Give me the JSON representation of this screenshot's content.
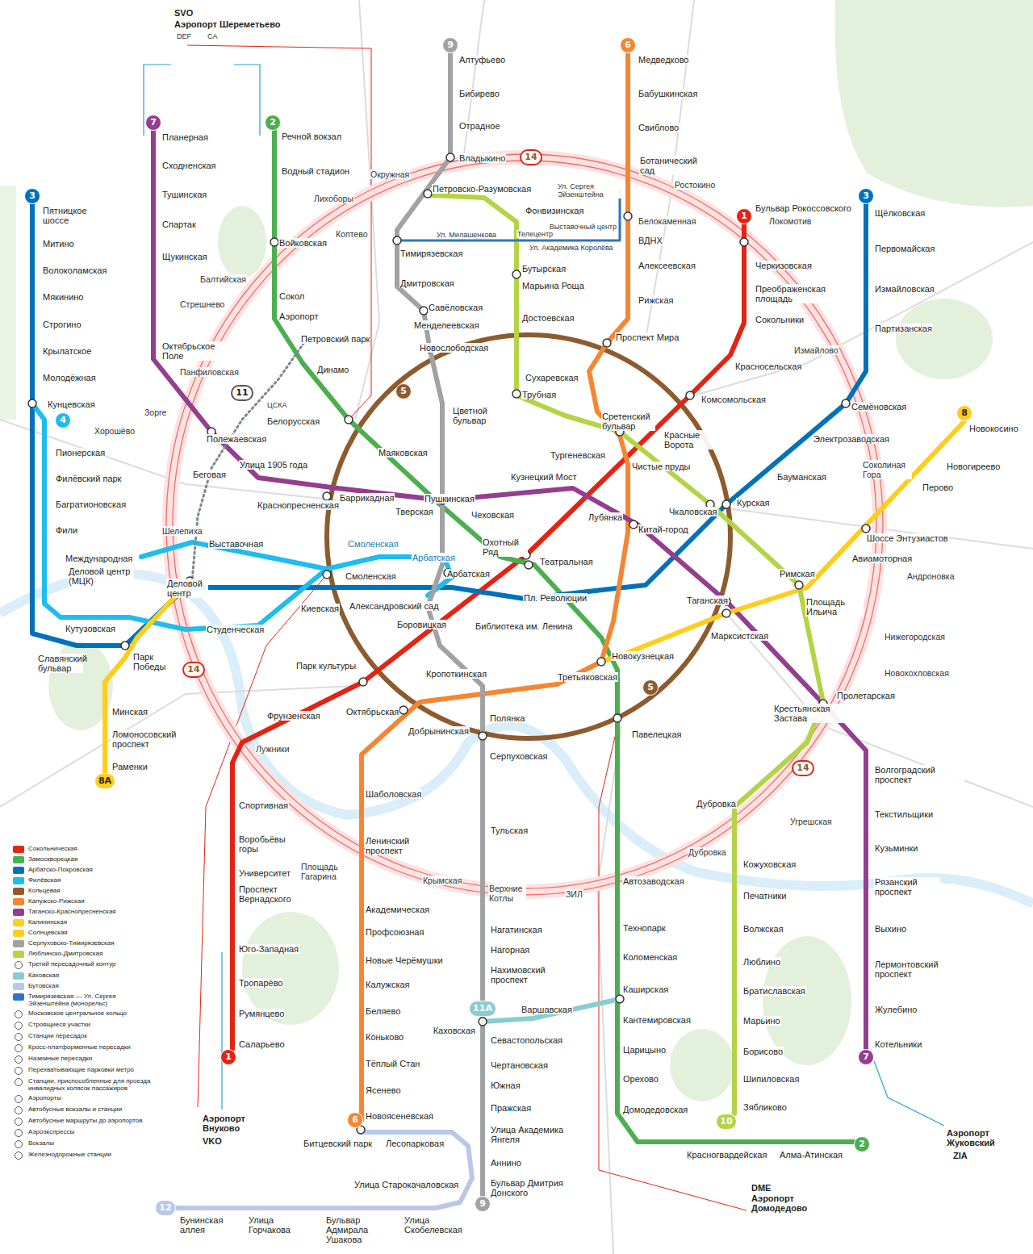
{
  "diagram": {
    "nodes": [
      {
        "text": [
          "9"
        ]
      },
      {
        "text": [
          "6"
        ]
      },
      {
        "text": [
          "2"
        ]
      },
      {
        "text": [
          "7"
        ]
      },
      {
        "text": [
          "14"
        ]
      },
      {
        "text": [
          "3"
        ]
      },
      {
        "text": [
          "3"
        ]
      },
      {
        "text": [
          "1"
        ]
      },
      {
        "text": [
          "5"
        ]
      },
      {
        "text": [
          "11"
        ]
      },
      {
        "text": [
          "8"
        ]
      },
      {
        "text": [
          "4"
        ]
      },
      {
        "text": [
          "14"
        ]
      },
      {
        "text": [
          "5"
        ]
      },
      {
        "text": [
          "14"
        ]
      },
      {
        "text": [
          "8A"
        ]
      },
      {
        "text": [
          "11A"
        ]
      },
      {
        "text": [
          "1"
        ]
      },
      {
        "text": [
          "7"
        ]
      },
      {
        "text": [
          "6"
        ]
      },
      {
        "text": [
          "10"
        ]
      },
      {
        "text": [
          "2"
        ]
      },
      {
        "text": [
          "9"
        ]
      },
      {
        "text": [
          "12"
        ]
      }
    ],
    "labels": [
      "Алтуфьево",
      "Бибирево",
      "Отрадное",
      "Владыкино",
      "Петровско-Разумовская",
      "Тимирязевская",
      "Дмитровская",
      "Савёловская",
      "Менделеевская",
      "Новослободская",
      "Цветной бульвар",
      "Чеховская",
      "Боровицкая",
      "Полянка",
      "Серпуховская",
      "Тульская",
      "Нагатинская",
      "Нагорная",
      "Нахимовский проспект",
      "Севастопольская",
      "Чертановская",
      "Южная",
      "Пражская",
      "Улица Академика Янгеля",
      "Аннино",
      "Бульвар Дмитрия Донского",
      "Медведково",
      "Бабушкинская",
      "Свиблово",
      "Ботанический сад",
      "ВДНХ",
      "Алексеевская",
      "Рижская",
      "Проспект Мира",
      "Сухаревская",
      "Тургеневская",
      "Китай-город",
      "Третьяковская",
      "Октябрьская",
      "Шаболовская",
      "Ленинский проспект",
      "Академическая",
      "Профсоюзная",
      "Новые Черёмушки",
      "Калужская",
      "Беляево",
      "Коньково",
      "Тёплый Стан",
      "Ясенево",
      "Новоясеневская",
      "Бульвар Рокоссовского",
      "Черкизовская",
      "Преображенская площадь",
      "Сокольники",
      "Красносельская",
      "Комсомольская",
      "Красные Ворота",
      "Чистые пруды",
      "Лубянка",
      "Охотный Ряд",
      "Библиотека им. Ленина",
      "Кропоткинская",
      "Парк культуры",
      "Фрунзенская",
      "Спортивная",
      "Воробьёвы горы",
      "Университет",
      "Проспект Вернадского",
      "Юго-Западная",
      "Тропарёво",
      "Румянцево",
      "Саларьево",
      "Речной вокзал",
      "Водный стадион",
      "Войковская",
      "Сокол",
      "Аэропорт",
      "Динамо",
      "Белорусская",
      "Маяковская",
      "Тверская",
      "Театральная",
      "Новокузнецкая",
      "Павелецкая",
      "Автозаводская",
      "Технопарк",
      "Коломенская",
      "Каширская",
      "Кантемировская",
      "Царицыно",
      "Орехово",
      "Домодедовская",
      "Красногвардейская",
      "Алма-Атинская",
      "Планерная",
      "Сходненская",
      "Тушинская",
      "Спартак",
      "Щукинская",
      "Октябрьское Поле",
      "Полежаевская",
      "Беговая",
      "Улица 1905 года",
      "Баррикадная",
      "Пушкинская",
      "Кузнецкий Мост",
      "Таганская",
      "Пролетарская",
      "Волгоградский проспект",
      "Текстильщики",
      "Кузьминки",
      "Рязанский проспект",
      "Выхино",
      "Лермонтовский проспект",
      "Жулебино",
      "Котельники",
      "Пятницкое шоссе",
      "Митино",
      "Волоколамская",
      "Мякинино",
      "Строгино",
      "Крылатское",
      "Молодёжная",
      "Кунцевская",
      "Славянский бульвар",
      "Парк Победы",
      "Киевская",
      "Смоленская",
      "Арбатская",
      "Пл. Революции",
      "Курская",
      "Бауманская",
      "Электрозаводская",
      "Семёновская",
      "Партизанская",
      "Измайловская",
      "Первомайская",
      "Щёлковская",
      "Пионерская",
      "Филёвский парк",
      "Багратионовская",
      "Фили",
      "Кутузовская",
      "Студенческая",
      "Смоленская",
      "Арбатская",
      "Александровский сад",
      "Международная",
      "Деловой центр (МЦК)",
      "Выставочная",
      "Деловой центр",
      "Новокосино",
      "Новогиреево",
      "Перово",
      "Шоссе Энтузиастов",
      "Авиамоторная",
      "Площадь Ильича",
      "Марксистская",
      "Минская",
      "Ломоносовский проспект",
      "Раменки",
      "Фонвизинская",
      "Бутырская",
      "Марьина Роща",
      "Достоевская",
      "Трубная",
      "Сретенский бульвар",
      "Чкаловская",
      "Римская",
      "Крестьянская Застава",
      "Дубровка",
      "Кожуховская",
      "Печатники",
      "Волжская",
      "Люблино",
      "Братиславская",
      "Марьино",
      "Борисово",
      "Шипиловская",
      "Зябликово",
      "Варшавская",
      "Каховская",
      "Битцевский парк",
      "Лесопарковая",
      "Улица Старокачаловская",
      "Бунинская аллея",
      "Улица Горчакова",
      "Бульвар Адмирала Ушакова",
      "Улица Скобелевская",
      "Ул. Милашенкова",
      "Телецентр",
      "Ул. Академика Королёва",
      "Выставочный центр",
      "Ул. Сергея Эйзенштейна",
      "ЦСКА",
      "Петровский парк",
      "Краснопресненская",
      "Добрынинская",
      "Окружная",
      "Лихоборы",
      "Коптево",
      "Балтийская",
      "Стрешнево",
      "Панфиловская",
      "Зорге",
      "Хорошёво",
      "Шелепиха",
      "Лужники",
      "Площадь Гагарина",
      "Крымская",
      "Верхние Котлы",
      "ЗИЛ",
      "Дубровка",
      "Угрешская",
      "Новохохловская",
      "Нижегородская",
      "Андроновка",
      "Соколиная Гора",
      "Измайлово",
      "Локомотив",
      "Белокаменная",
      "Ростокино",
      "SVO",
      "Аэропорт Шереметьево",
      "DEF",
      "CA",
      "Аэропорт Внуково",
      "VKO",
      "DME",
      "Аэропорт Домодедово",
      "Аэропорт Жуковский",
      "ZIA"
    ],
    "legend": [
      {
        "text": "Сокольническая",
        "color": "#e42313"
      },
      {
        "text": "Замоскворецкая",
        "color": "#4baf4f"
      },
      {
        "text": "Арбатско-Покровская",
        "color": "#0072ba"
      },
      {
        "text": "Филёвская",
        "color": "#1ebcef"
      },
      {
        "text": "Кольцевая",
        "color": "#8d5b2d"
      },
      {
        "text": "Калужско-Рижская",
        "color": "#f58631"
      },
      {
        "text": "Таганско-Краснопресненская",
        "color": "#943e90"
      },
      {
        "text": "Калининская",
        "color": "#ffcd1c"
      },
      {
        "text": "Солнцевская",
        "color": "#ffcd1c"
      },
      {
        "text": "Серпуховско-Тимирязевская",
        "color": "#a1a2a3"
      },
      {
        "text": "Люблинско-Дмитровская",
        "color": "#b3d445"
      },
      {
        "text": "Третий пересадочный контур"
      },
      {
        "text": "Каховская",
        "color": "#88cdcf"
      },
      {
        "text": "Бутовская",
        "color": "#bac8e8"
      },
      {
        "text": "Тимирязевская — Ул. Сергея Эйзенштейна (монорельс)",
        "color": "#2c75c4"
      },
      {
        "text": "Московское центральное кольцо"
      },
      {
        "text": "Строящиеся участки"
      },
      {
        "text": "Станции пересадок"
      },
      {
        "text": "Кросс-платформенные пересадки"
      },
      {
        "text": "Наземные пересадки"
      },
      {
        "text": "Перехватывающие парковки метро"
      },
      {
        "text": "Станции, приспособленные для проезда инвалидных колясок пассажиров"
      },
      {
        "text": "Аэропорты"
      },
      {
        "text": "Автобусные вокзалы и станции"
      },
      {
        "text": "Автобусные маршруты до аэропортов"
      },
      {
        "text": "Аэроэкспрессы"
      },
      {
        "text": "Вокзалы"
      },
      {
        "text": "Железнодорожные станции"
      }
    ]
  }
}
